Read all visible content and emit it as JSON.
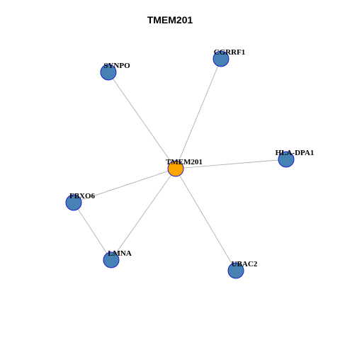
{
  "title": "TMEM201",
  "colors": {
    "hub_fill": "#FFA500",
    "leaf_fill": "#4682B4",
    "node_stroke": "#1a1acc",
    "edge": "#a8a8a8"
  },
  "nodes": [
    {
      "id": "TMEM201",
      "label": "TMEM201",
      "role": "hub"
    },
    {
      "id": "SYNPO",
      "label": "SYNPO",
      "role": "leaf"
    },
    {
      "id": "CGRRF1",
      "label": "CGRRF1",
      "role": "leaf"
    },
    {
      "id": "HLA-DPA1",
      "label": "HLA-DPA1",
      "role": "leaf"
    },
    {
      "id": "FBXO6",
      "label": "FBXO6",
      "role": "leaf"
    },
    {
      "id": "LMNA",
      "label": "LMNA",
      "role": "leaf"
    },
    {
      "id": "UBAC2",
      "label": "UBAC2",
      "role": "leaf"
    }
  ],
  "edges": [
    {
      "source": "TMEM201",
      "target": "SYNPO"
    },
    {
      "source": "TMEM201",
      "target": "CGRRF1"
    },
    {
      "source": "TMEM201",
      "target": "HLA-DPA1"
    },
    {
      "source": "TMEM201",
      "target": "FBXO6"
    },
    {
      "source": "TMEM201",
      "target": "LMNA"
    },
    {
      "source": "TMEM201",
      "target": "UBAC2"
    },
    {
      "source": "FBXO6",
      "target": "LMNA"
    }
  ]
}
